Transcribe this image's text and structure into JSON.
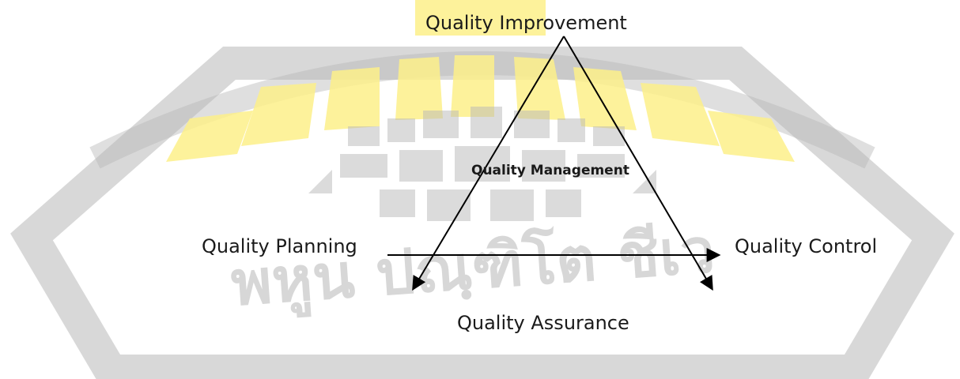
{
  "diagram": {
    "center": "Quality Management",
    "nodes": {
      "improvement": "Quality Improvement",
      "planning": "Quality Planning",
      "control": "Quality Control",
      "assurance": "Quality Assurance"
    }
  },
  "watermark": {
    "text": "พหูน ปณฺฑิโต ชีเว",
    "colors": {
      "gray": "#b8b8b8",
      "yellow": "#fdf08a"
    }
  },
  "colors": {
    "text": "#1a1a1a",
    "arrow": "#000000",
    "background": "#ffffff"
  }
}
